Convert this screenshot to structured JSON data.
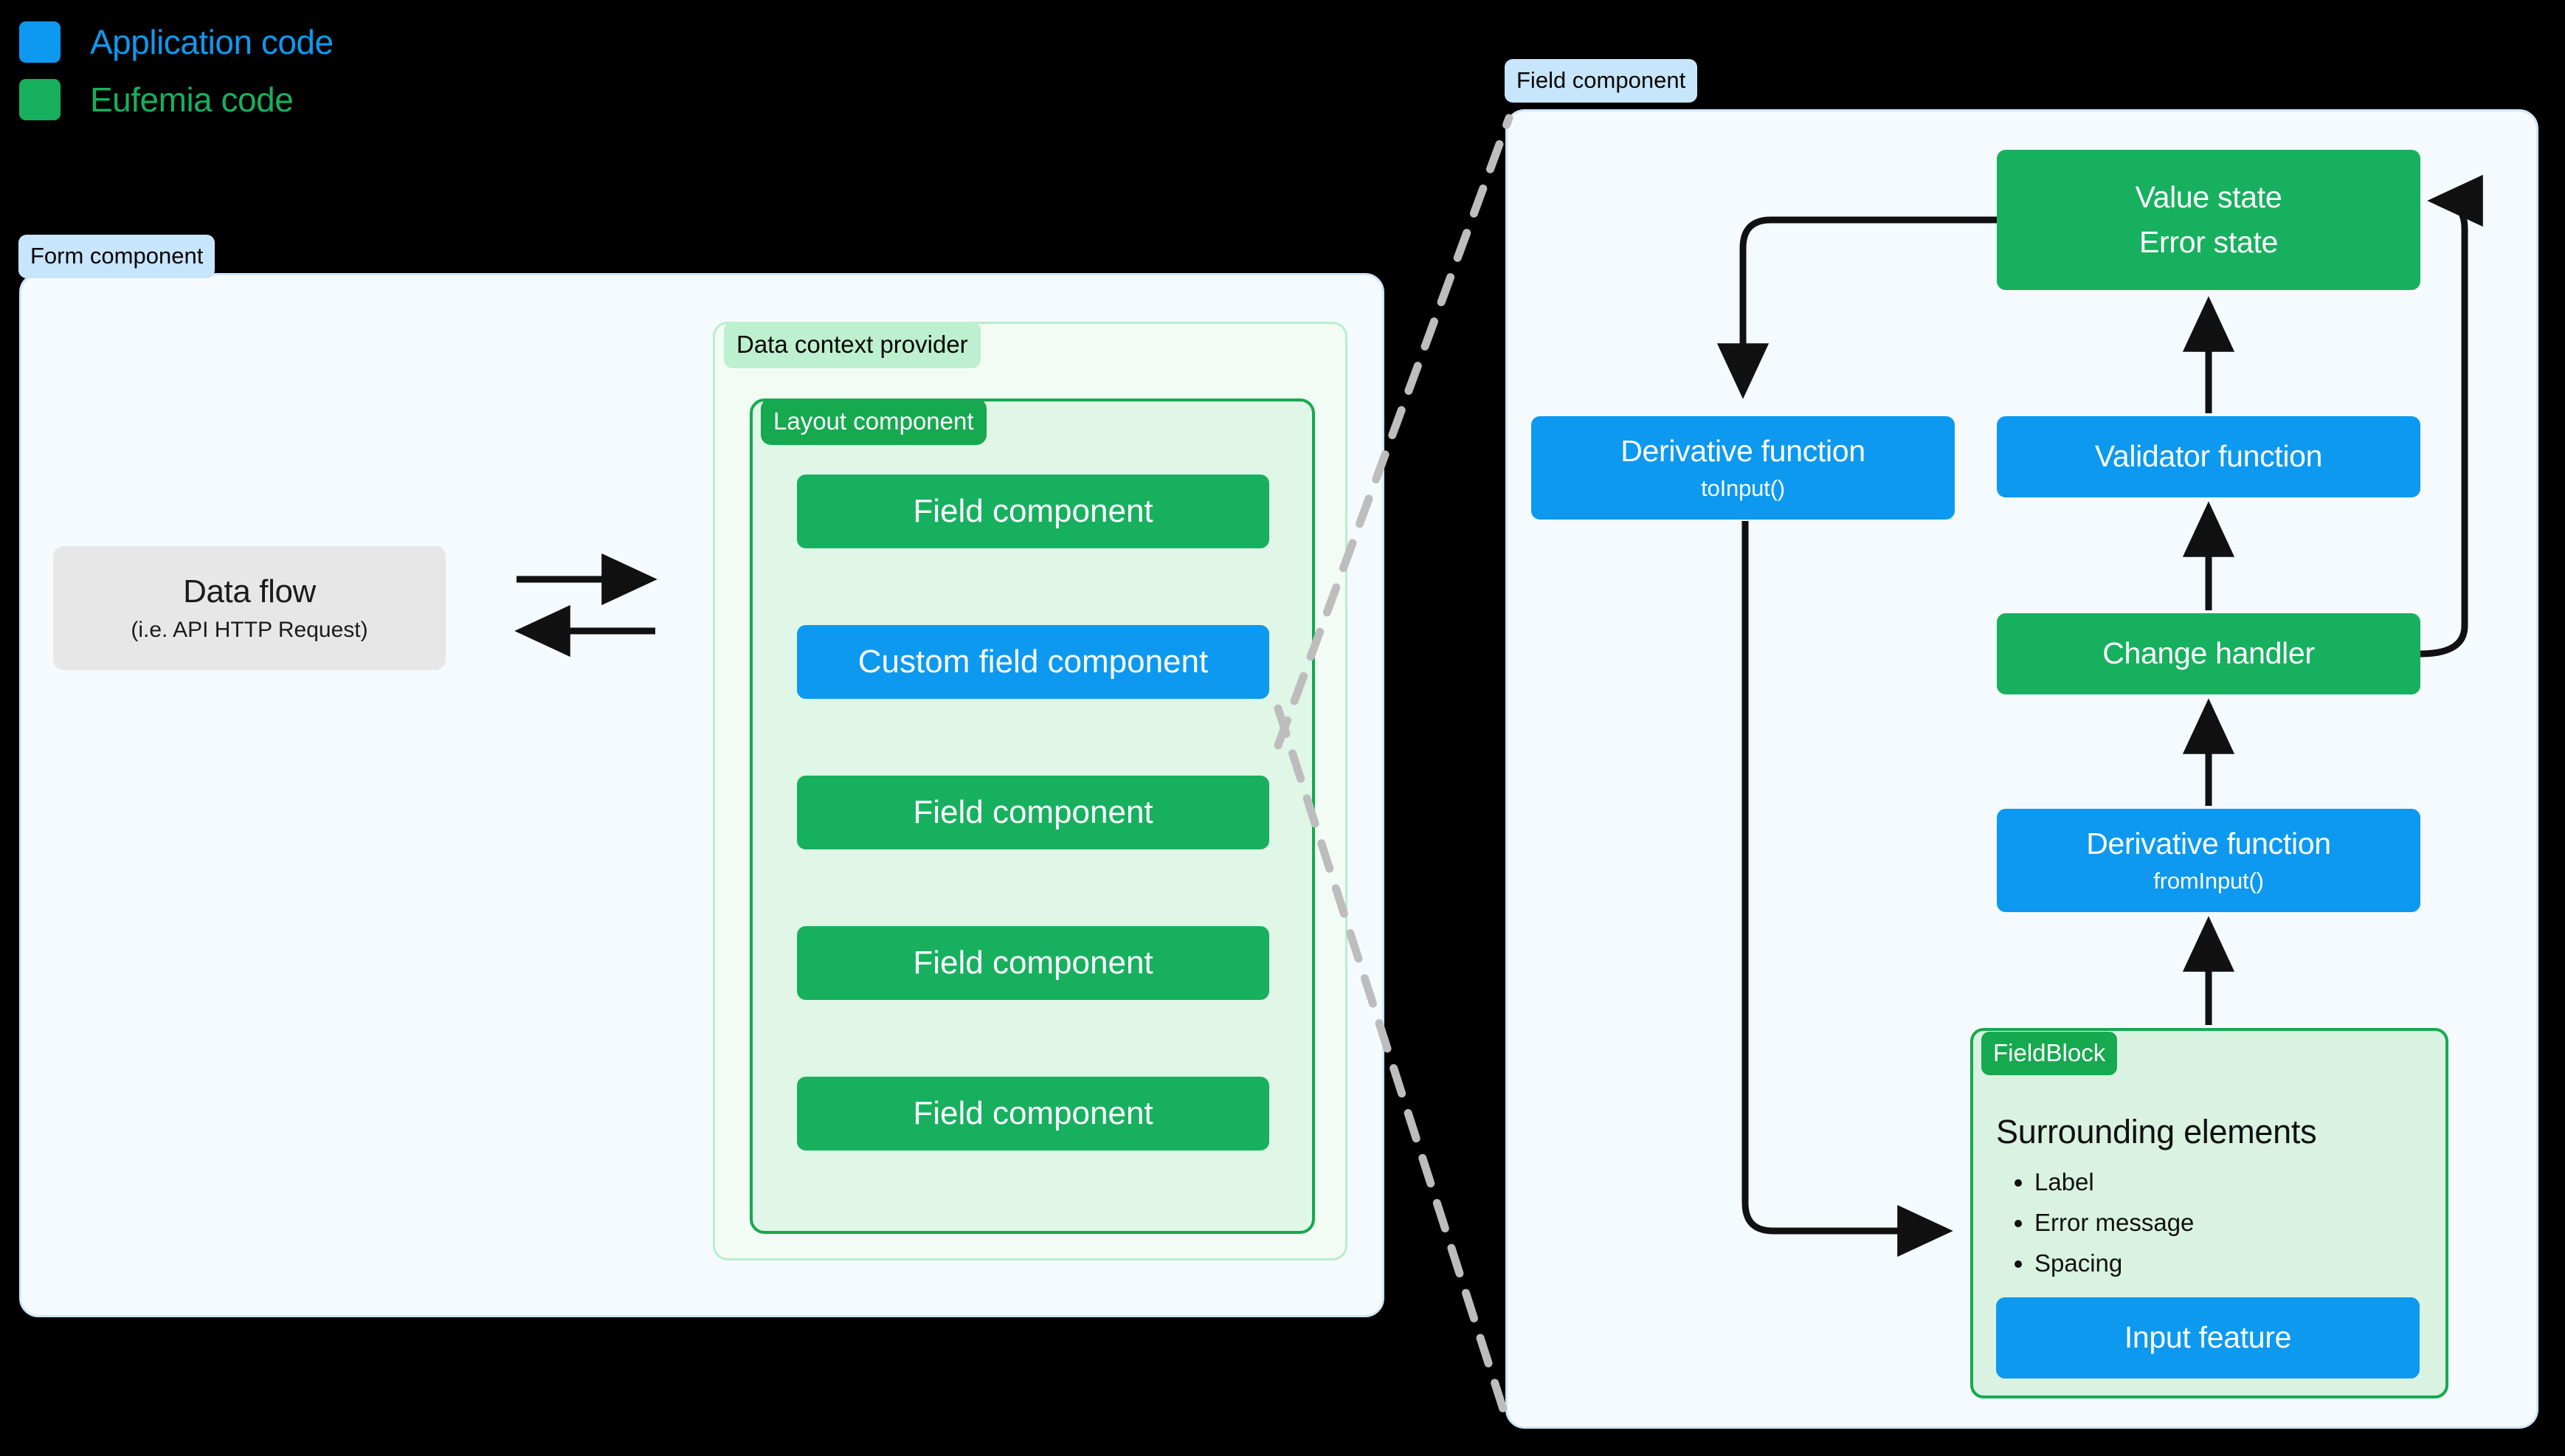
{
  "legend": {
    "items": [
      {
        "label": "Application code",
        "color": "#0d99ef",
        "swatch": "blue-swatch"
      },
      {
        "label": "Eufemia code",
        "color": "#17b05f",
        "swatch": "green-swatch"
      }
    ]
  },
  "form_panel": {
    "tag": "Form component",
    "data_flow": {
      "title": "Data flow",
      "subtitle": "(i.e. API HTTP Request)"
    },
    "arrows": [
      {
        "name": "data-flow-out-arrow",
        "direction": "right"
      },
      {
        "name": "data-flow-in-arrow",
        "direction": "left"
      }
    ],
    "context_provider": {
      "tag": "Data context provider",
      "layout_component": {
        "tag": "Layout component",
        "fields": [
          {
            "label": "Field component",
            "kind": "eufemia"
          },
          {
            "label": "Custom field component",
            "kind": "application"
          },
          {
            "label": "Field component",
            "kind": "eufemia"
          },
          {
            "label": "Field component",
            "kind": "eufemia"
          },
          {
            "label": "Field component",
            "kind": "eufemia"
          }
        ]
      }
    }
  },
  "field_panel": {
    "tag": "Field component",
    "nodes": {
      "value_state": {
        "line1": "Value state",
        "line2": "Error state",
        "kind": "eufemia"
      },
      "to_input": {
        "line1": "Derivative function",
        "line2": "toInput()",
        "kind": "application"
      },
      "validator": {
        "line1": "Validator function",
        "kind": "application"
      },
      "change_handler": {
        "line1": "Change handler",
        "kind": "eufemia"
      },
      "from_input": {
        "line1": "Derivative function",
        "line2": "fromInput()",
        "kind": "application"
      }
    },
    "field_block": {
      "tag": "FieldBlock",
      "title": "Surrounding elements",
      "items": [
        "Label",
        "Error message",
        "Spacing"
      ],
      "input_feature": {
        "label": "Input feature",
        "kind": "application"
      }
    }
  },
  "colors": {
    "application": "#0d99ef",
    "eufemia": "#17b05f",
    "panel_bg": "#f4fafe",
    "panel_border": "#cfe6fa",
    "panel_tag_bg": "#c7e5fb",
    "context_bg": "#f2fcf5",
    "context_border": "#b9eecb",
    "context_tag_bg": "#bdf0ce",
    "layout_bg": "#e0f6e7",
    "layout_border": "#16a94f",
    "fieldblock_bg": "#d9f2e1",
    "dataflow_bg": "#e7e7e7",
    "connector": "#111111",
    "zoom_line": "#bdbdbd"
  }
}
